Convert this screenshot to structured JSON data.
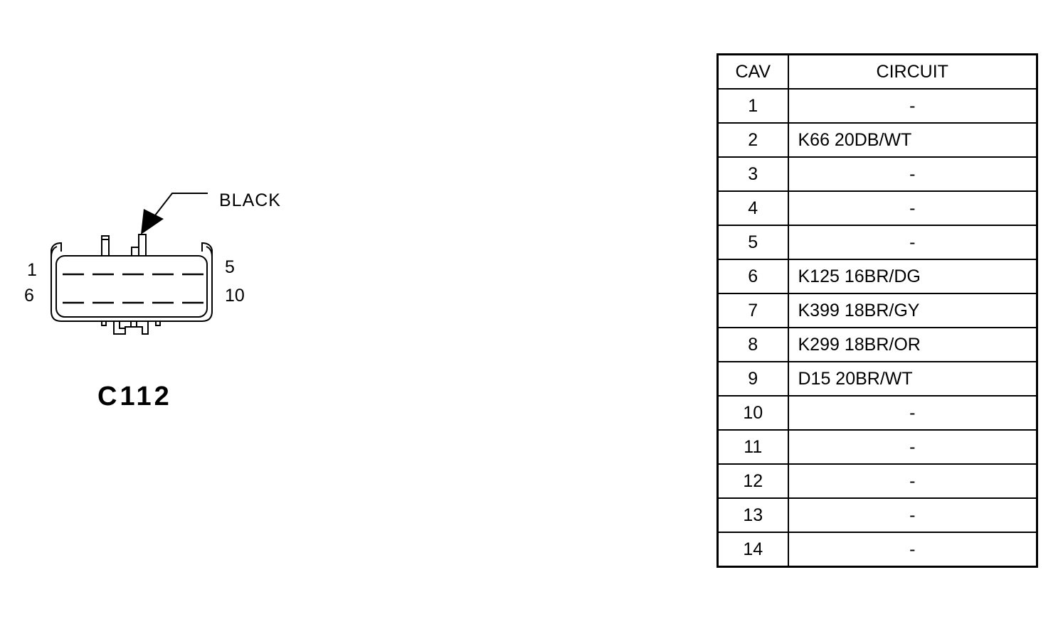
{
  "connector": {
    "id": "C112",
    "color_callout": "BLACK",
    "pin_labels": {
      "top_left": "1",
      "bottom_left": "6",
      "top_right": "5",
      "bottom_right": "10"
    }
  },
  "table": {
    "headers": {
      "cav": "CAV",
      "circuit": "CIRCUIT"
    },
    "rows": [
      {
        "cav": "1",
        "circuit": "-"
      },
      {
        "cav": "2",
        "circuit": "K66 20DB/WT"
      },
      {
        "cav": "3",
        "circuit": "-"
      },
      {
        "cav": "4",
        "circuit": "-"
      },
      {
        "cav": "5",
        "circuit": "-"
      },
      {
        "cav": "6",
        "circuit": "K125 16BR/DG"
      },
      {
        "cav": "7",
        "circuit": "K399 18BR/GY"
      },
      {
        "cav": "8",
        "circuit": "K299 18BR/OR"
      },
      {
        "cav": "9",
        "circuit": "D15 20BR/WT"
      },
      {
        "cav": "10",
        "circuit": "-"
      },
      {
        "cav": "11",
        "circuit": "-"
      },
      {
        "cav": "12",
        "circuit": "-"
      },
      {
        "cav": "13",
        "circuit": "-"
      },
      {
        "cav": "14",
        "circuit": "-"
      }
    ]
  },
  "colors": {
    "line": "#000000",
    "background": "#ffffff"
  }
}
